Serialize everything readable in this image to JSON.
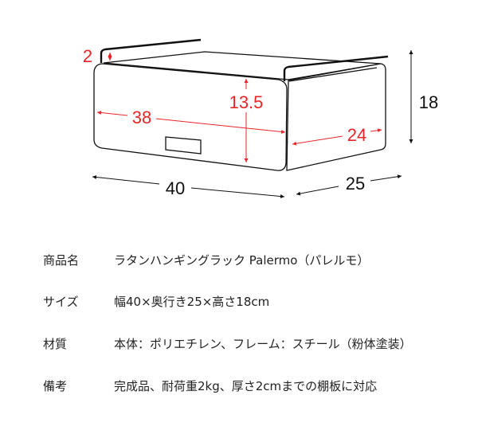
{
  "diagram": {
    "dimensions": {
      "handle_height": "2",
      "inner_height": "13.5",
      "inner_width": "38",
      "inner_depth": "24",
      "total_height": "18",
      "total_width": "40",
      "total_depth": "25"
    },
    "colors": {
      "inner": "#e8262a",
      "outer": "#111111"
    }
  },
  "specs": [
    {
      "label": "商品名",
      "value": "ラタンハンギングラック Palermo（パレルモ）"
    },
    {
      "label": "サイズ",
      "value": "幅40×奥行き25×高さ18cm"
    },
    {
      "label": "材質",
      "value": "本体：ポリエチレン、フレーム：スチール（粉体塗装）"
    },
    {
      "label": "備考",
      "value": "完成品、耐荷重2kg、厚さ2cmまでの棚板に対応"
    }
  ]
}
